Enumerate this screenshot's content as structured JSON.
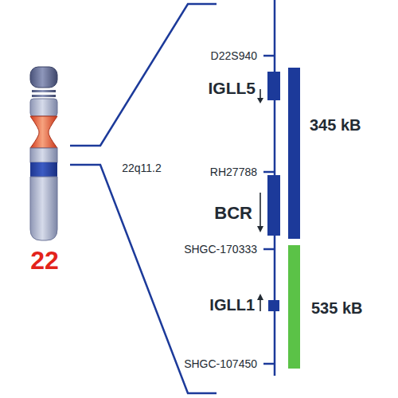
{
  "diagram": {
    "labels": [
      "22",
      "22q11.2",
      "D22S940",
      "IGLL5",
      "345 kB",
      "RH27788",
      "BCR",
      "SHGC-170333",
      "IGLL1",
      "535 kB",
      "SHGC-107450"
    ]
  }
}
